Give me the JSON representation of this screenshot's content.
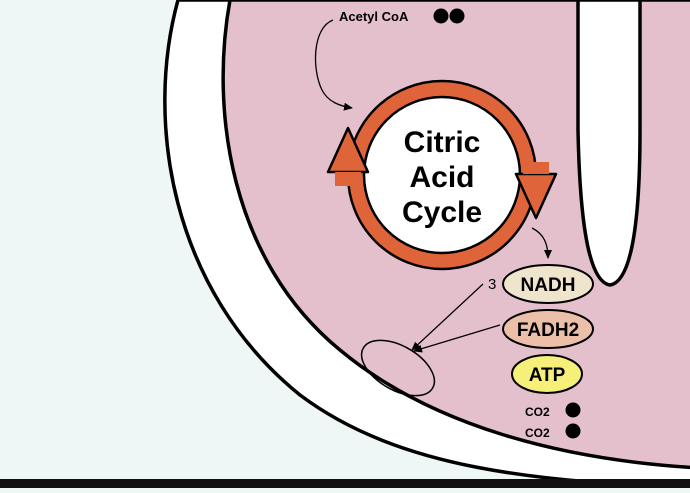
{
  "inputs": {
    "acetyl_coa_label": "Acetyl CoA",
    "acetyl_coa_carbon_count": 2
  },
  "cycle": {
    "line1": "Citric",
    "line2": "Acid",
    "line3": "Cycle"
  },
  "products": {
    "nadh_count": "3",
    "nadh_label": "NADH",
    "fadh2_label": "FADH2",
    "atp_label": "ATP",
    "co2_label_1": "CO2",
    "co2_label_2": "CO2"
  },
  "colors": {
    "background": "#eef6f6",
    "matrix": "#e4c0cd",
    "membrane": "#ffffff",
    "outline": "#000000",
    "cycle_arrow": "#e0643a",
    "nadh_fill": "#efe4cc",
    "fadh2_fill": "#ebbfa8",
    "atp_fill": "#f6ef7a"
  }
}
